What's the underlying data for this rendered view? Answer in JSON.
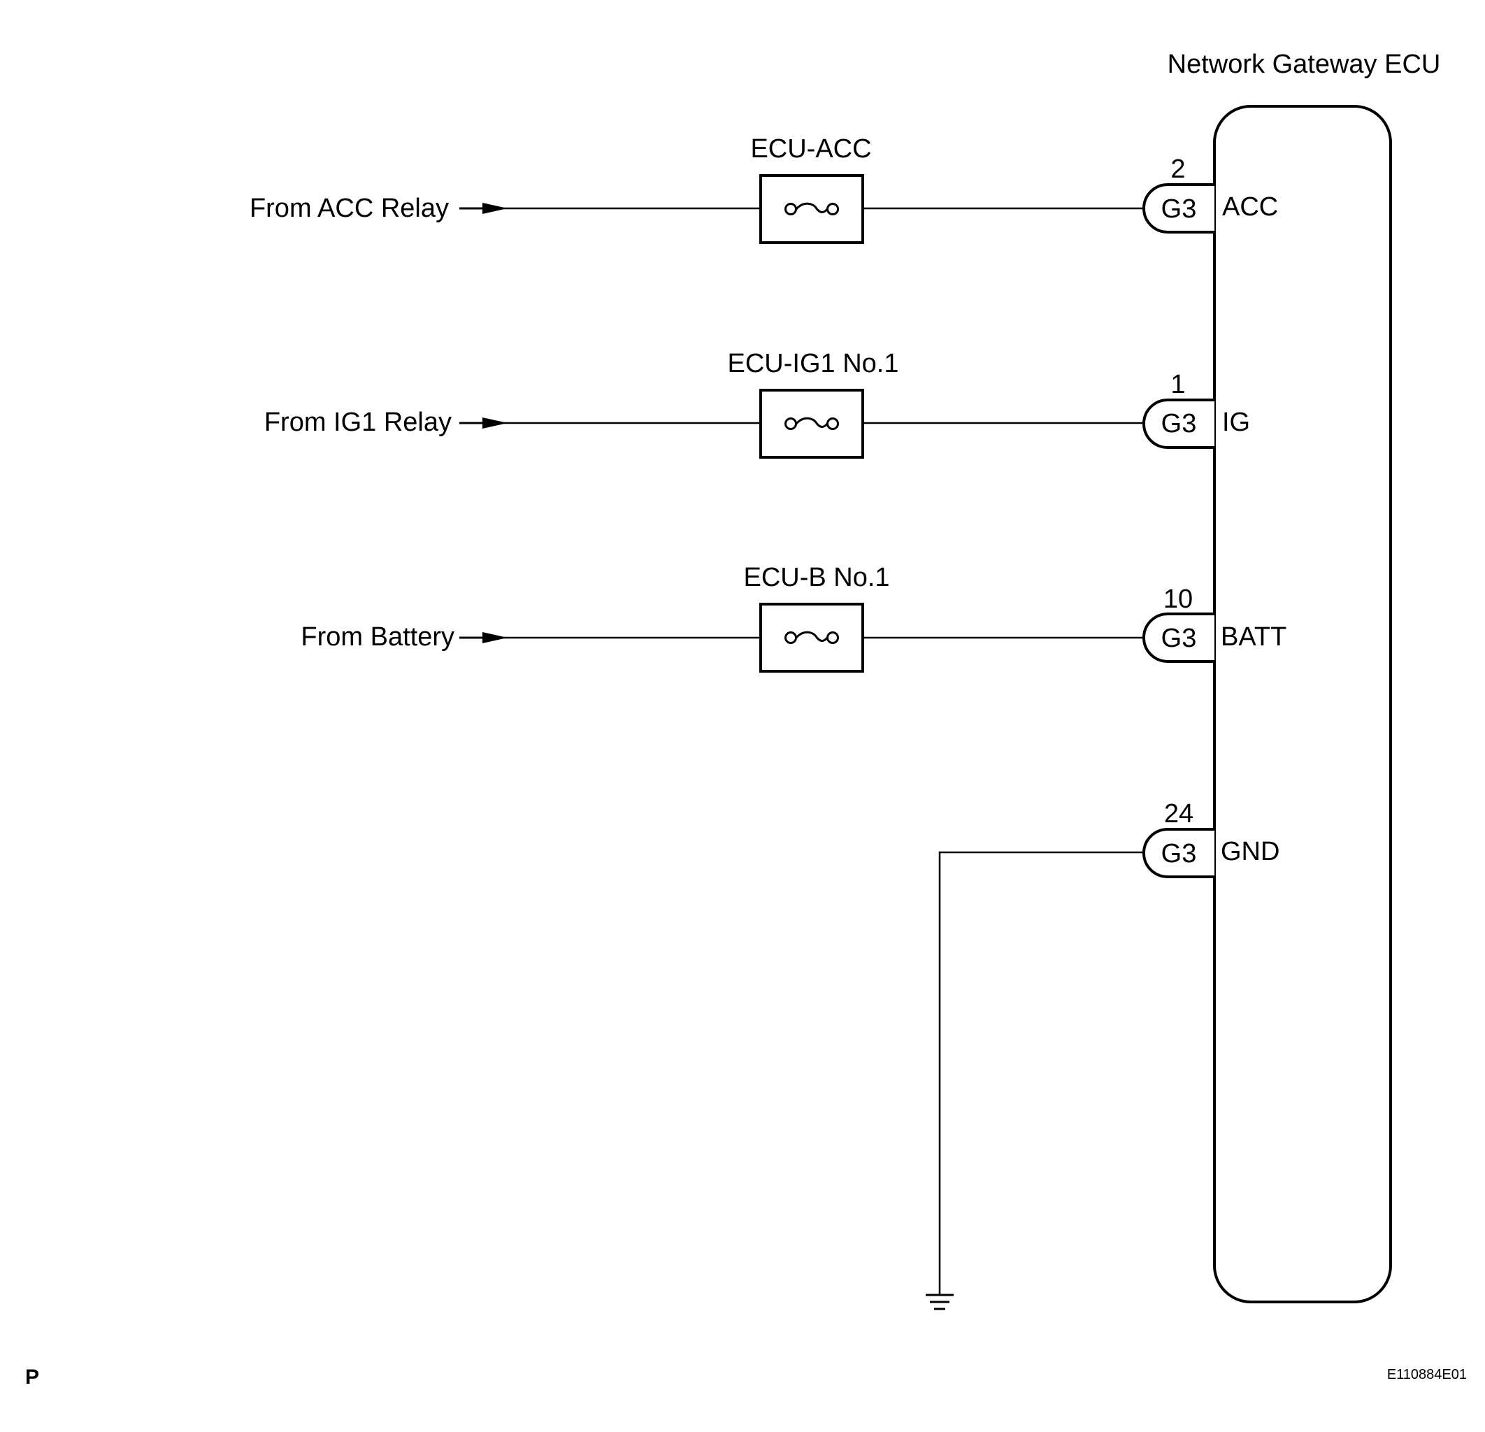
{
  "ecu": {
    "title": "Network Gateway ECU"
  },
  "circuits": [
    {
      "source_label": "From ACC Relay",
      "fuse_label": "ECU-ACC",
      "pin_number": "2",
      "connector": "G3",
      "terminal": "ACC"
    },
    {
      "source_label": "From IG1 Relay",
      "fuse_label": "ECU-IG1 No.1",
      "pin_number": "1",
      "connector": "G3",
      "terminal": "IG"
    },
    {
      "source_label": "From Battery",
      "fuse_label": "ECU-B No.1",
      "pin_number": "10",
      "connector": "G3",
      "terminal": "BATT"
    }
  ],
  "ground": {
    "pin_number": "24",
    "connector": "G3",
    "terminal": "GND"
  },
  "footer": {
    "corner_mark": "P",
    "figure_code": "E110884E01"
  }
}
